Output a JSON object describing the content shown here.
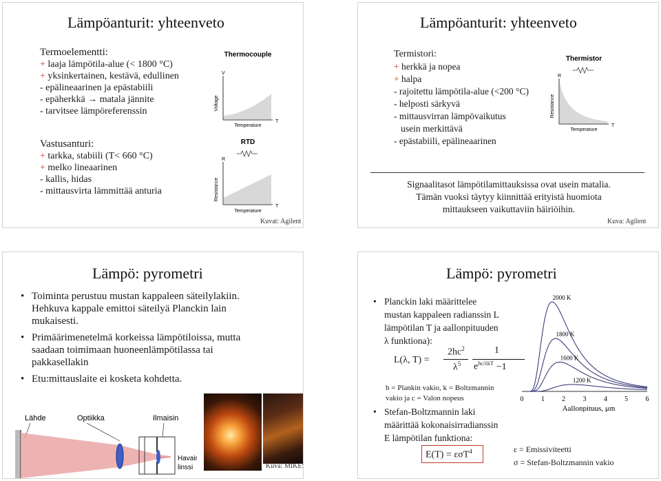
{
  "slide1": {
    "title": "Lämpöanturit: yhteenveto",
    "section1_heading": "Termoelementti:",
    "section1_items": [
      {
        "sign": "+",
        "text": "laaja lämpötila-alue (< 1800 °C)"
      },
      {
        "sign": "+",
        "text": "yksinkertainen, kestävä, edullinen"
      },
      {
        "sign": "-",
        "text": "epälineaarinen ja epästabiili"
      },
      {
        "sign": "-",
        "text": "epäherkkä → matala jännite"
      },
      {
        "sign": "-",
        "text": "tarvitsee lämpöreferenssin"
      }
    ],
    "section2_heading": "Vastusanturi:",
    "section2_items": [
      {
        "sign": "+",
        "text": "tarkka, stabiili (T< 660 °C)"
      },
      {
        "sign": "+",
        "text": "melko lineaarinen"
      },
      {
        "sign": "-",
        "text": "kallis, hidas"
      },
      {
        "sign": "-",
        "text": "mittausvirta lämmittää anturia"
      }
    ],
    "graph1": {
      "title": "Thermocouple",
      "ylabel": "Voltage",
      "xlabel": "Temperature",
      "ytick": "V",
      "xtick": "T"
    },
    "graph2": {
      "title": "RTD",
      "ylabel": "Resistance",
      "xlabel": "Temperature",
      "ytick": "R",
      "xtick": "T"
    },
    "credit": "Kuvat: Agilent"
  },
  "slide2": {
    "title": "Lämpöanturit: yhteenveto",
    "heading": "Termistori:",
    "items": [
      {
        "sign": "+",
        "text": "herkkä ja nopea"
      },
      {
        "sign": "+",
        "text": "halpa"
      },
      {
        "sign": "-",
        "text": "rajoitettu lämpötila-alue (<200 °C)"
      },
      {
        "sign": "-",
        "text": "helposti särkyvä"
      },
      {
        "sign": "-",
        "text": "mittausvirran lämpövaikutus"
      },
      {
        "sign": "",
        "text": "usein merkittävä"
      },
      {
        "sign": "-",
        "text": "epästabiili, epälineaarinen"
      }
    ],
    "graph": {
      "title": "Thermistor",
      "ylabel": "Resistance",
      "xlabel": "Temperature",
      "ytick": "R",
      "xtick": "T"
    },
    "note_lines": [
      "Signaalitasot lämpötilamittauksissa ovat usein matalia.",
      "Tämän vuoksi täytyy kiinnittää erityistä huomiota",
      "mittaukseen vaikuttaviin häiriöihin."
    ],
    "credit": "Kuva: Agilent"
  },
  "slide3": {
    "title": "Lämpö: pyrometri",
    "bullets": [
      [
        "Toiminta perustuu mustan kappaleen säteilylakiin.",
        "Hehkuva kappale emittoi säteilyä Planckin lain",
        "mukaisesti."
      ],
      [
        "Primäärimenetelmä korkeissa lämpötiloissa, mutta",
        "saadaan toimimaan huoneenlämpötilassa tai",
        "pakkasellakin"
      ],
      [
        "Etu:mittauslaite ei kosketa kohdetta."
      ]
    ],
    "diagram": {
      "source": "Lähde",
      "optics": "Optiikka",
      "aperture": "Ilmaisin",
      "detector_line1": "Havainto-",
      "detector_line2": "linssi"
    },
    "credit": "Kuva: MIKES"
  },
  "slide4": {
    "title": "Lämpö: pyrometri",
    "bullet1_lines": [
      "Planckin laki määrittelee",
      "mustan kappaleen radianssin L",
      "lämpötilan T ja aallonpituuden"
    ],
    "bullet1_last": "λ funktiona):",
    "formula": {
      "lhs": "L(λ, T) =",
      "num_left": "2hc",
      "num_left_sup": "2",
      "den_left": "λ",
      "den_left_sup": "5",
      "num_right": "1",
      "den_right": "e",
      "den_right_sup": "hc/λkT",
      "den_right_tail": "−1"
    },
    "constants_lines": [
      "h = Plankin vakio, k = Boltzmannin",
      "vakio ja c = Valon nopeus"
    ],
    "bullet2_lines": [
      "Stefan-Boltzmannin laki",
      "määrittää kokonaisirradianssin",
      "E lämpötilan funktiona:"
    ],
    "formula2": "E(T) = εσT",
    "formula2_sup": "4",
    "legend_lines": [
      "ε = Emissiviteetti",
      "σ = Stefan-Boltzmannin vakio"
    ],
    "chart_data": {
      "type": "line",
      "xlabel": "Aallonpituus,   μm",
      "x_ticks": [
        "0",
        "1",
        "2",
        "3",
        "4",
        "5",
        "6"
      ],
      "xlim": [
        0,
        6
      ],
      "series": [
        {
          "name": "2000 K",
          "T": 2000
        },
        {
          "name": "1800 K",
          "T": 1800
        },
        {
          "name": "1600 K",
          "T": 1600
        },
        {
          "name": "1200 K",
          "T": 1200
        }
      ]
    }
  }
}
